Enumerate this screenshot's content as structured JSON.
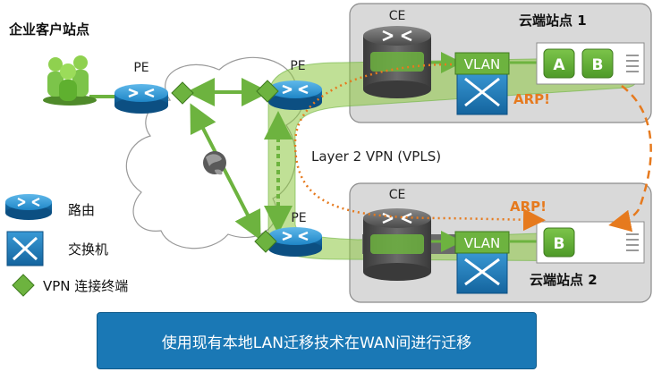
{
  "title": "企业客户站点",
  "labels": {
    "pe_left": "PE",
    "pe_top": "PE",
    "pe_bottom": "PE",
    "ce_top": "CE",
    "ce_bottom": "CE",
    "cloud_site_1": "云端站点 1",
    "cloud_site_2": "云端站点 2",
    "vlan_top": "VLAN",
    "vlan_bottom": "VLAN",
    "vm_a": "A",
    "vm_b_top": "B",
    "vm_b_bottom": "B",
    "arp_top": "ARP!",
    "arp_bottom": "ARP!",
    "vpls": "Layer 2 VPN (VPLS)"
  },
  "legend": {
    "router": "路由",
    "switch": "交换机",
    "vpn_endpoint": "VPN 连接终端"
  },
  "banner": "使用现有本地LAN迁移技术在WAN间进行迁移",
  "colors": {
    "green": "#6db33f",
    "router_blue": "#1a7fc1",
    "arp_orange": "#e67a1e",
    "banner_blue": "#1a78b5"
  }
}
